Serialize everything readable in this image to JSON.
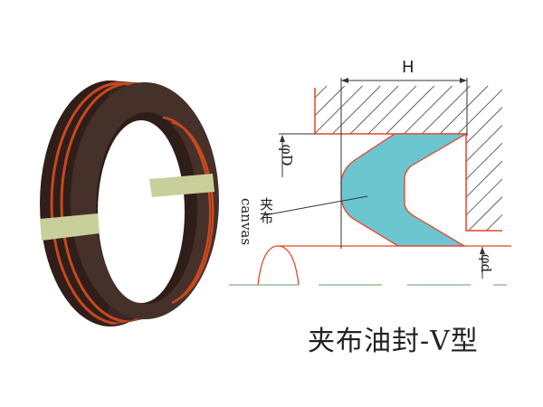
{
  "title": "夹布油封-V型",
  "diagram": {
    "dimension_h": "H",
    "dimension_outer": "φD",
    "dimension_inner": "φd",
    "material_label_cn": "夹布",
    "material_label_en": "canvas"
  },
  "colors": {
    "seal_fill": "#6cc6cf",
    "outline": "#e8432a",
    "ring_body": "#3a2622",
    "ring_stripe": "#c8481e",
    "tape": "#c9cf9a"
  }
}
